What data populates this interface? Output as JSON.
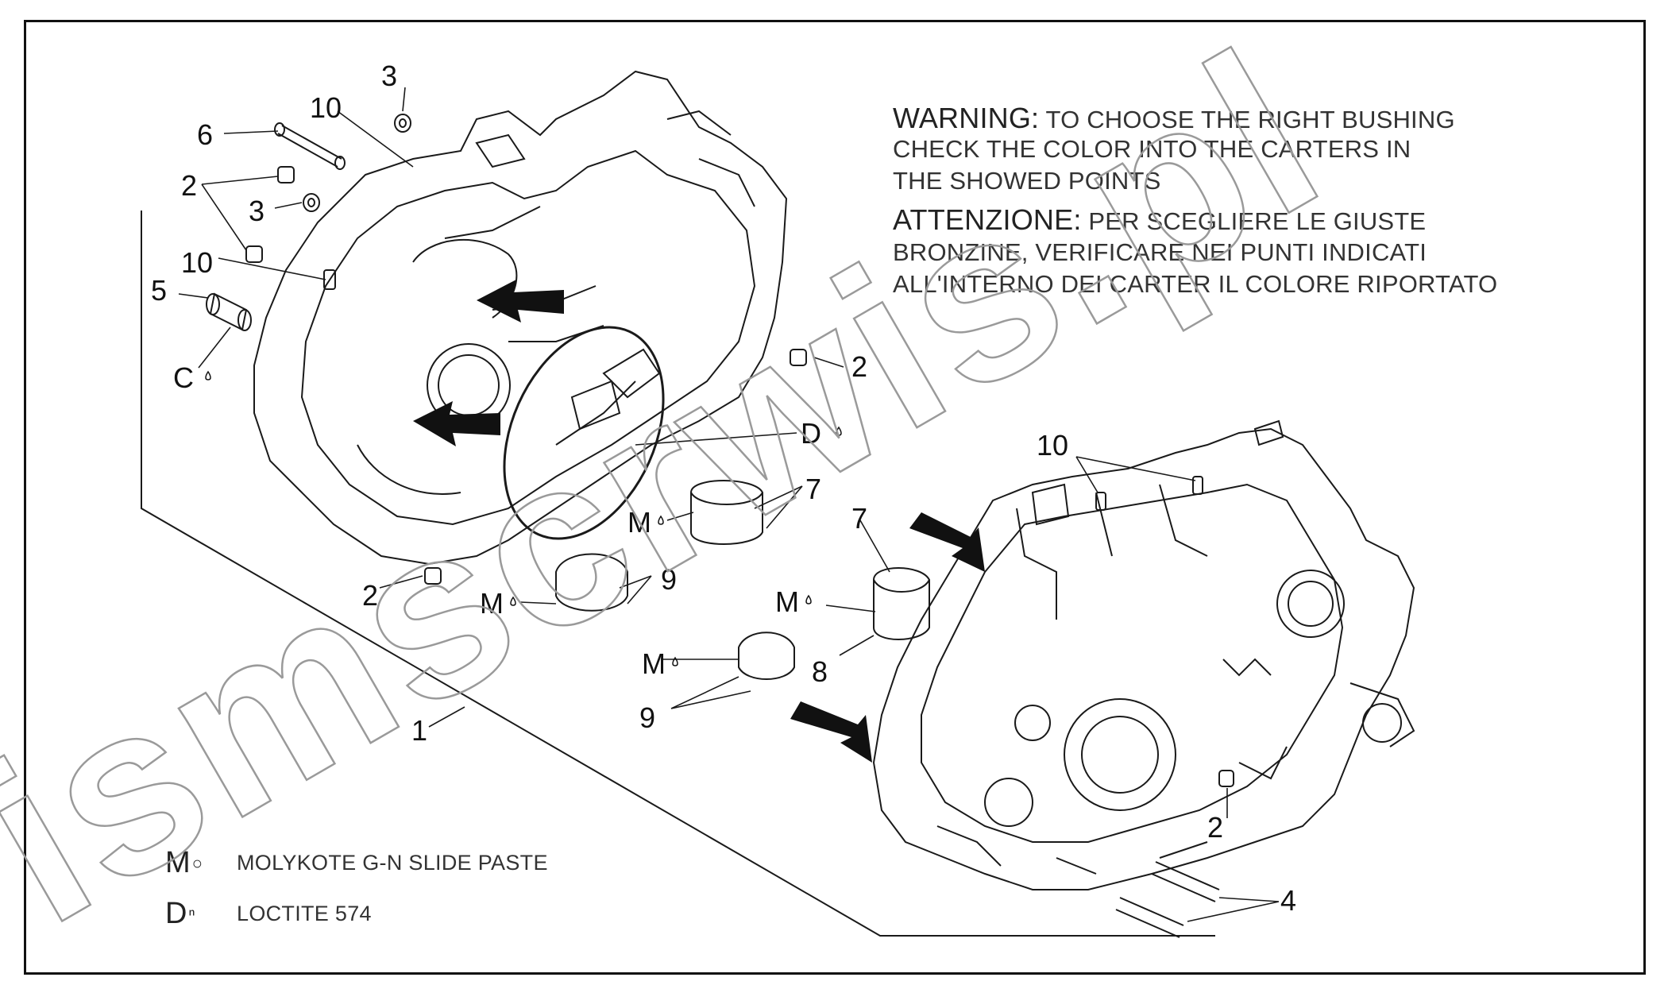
{
  "warning": {
    "lines": [
      {
        "keyword": "WARNING:",
        "text": " TO CHOOSE THE RIGHT BUSHING"
      },
      {
        "keyword": "",
        "text": "CHECK THE COLOR INTO THE CARTERS IN"
      },
      {
        "keyword": "",
        "text": "THE SHOWED POINTS"
      },
      {
        "keyword": "ATTENZIONE:",
        "text": " PER SCEGLIERE LE GIUSTE"
      },
      {
        "keyword": "",
        "text": "BRONZINE, VERIFICARE NEI PUNTI INDICATI"
      },
      {
        "keyword": "",
        "text": "ALL'INTERNO DEI CARTER IL COLORE RIPORTATO"
      }
    ]
  },
  "legend": [
    {
      "symbol": "M",
      "label": "MOLYKOTE G-N SLIDE PASTE"
    },
    {
      "symbol": "D",
      "label": "LOCTITE 574"
    }
  ],
  "callouts": {
    "n3a": "3",
    "n10a": "10",
    "n6": "6",
    "n2a": "2",
    "n3b": "3",
    "n10b": "10",
    "n5": "5",
    "c1": "C",
    "n2b": "2",
    "d1": "D",
    "n7a": "7",
    "m1": "M",
    "n9a": "9",
    "m2": "M",
    "n2c": "2",
    "n7b": "7",
    "m3": "M",
    "n8": "8",
    "m4": "M",
    "n9b": "9",
    "n1": "1",
    "n10c": "10",
    "n2d": "2",
    "n4": "4"
  },
  "watermark": "ismscrwis.pl",
  "colors": {
    "line": "#1a1a1a",
    "text": "#333333",
    "watermark_stroke": "#9a9a9a"
  }
}
